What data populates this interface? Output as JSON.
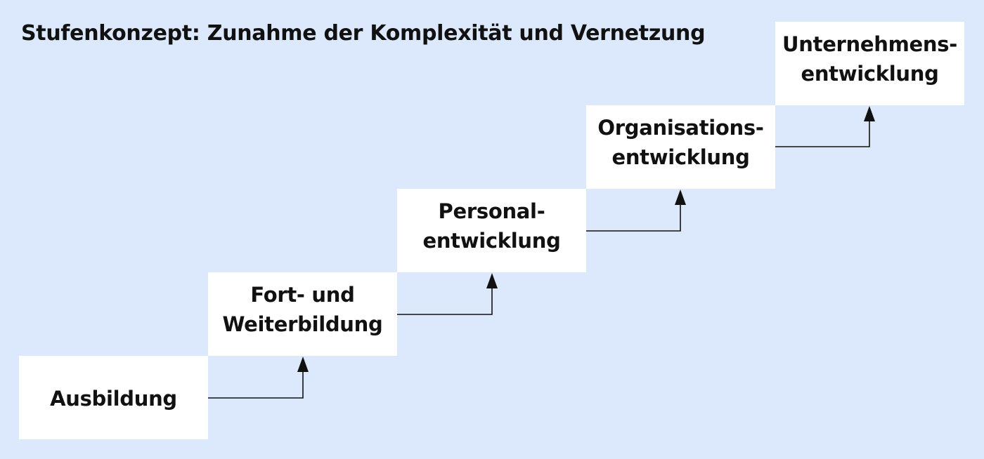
{
  "title": "Stufenkonzept: Zunahme der Komplexität und Vernetzung",
  "steps": [
    {
      "lines": [
        "Ausbildung"
      ]
    },
    {
      "lines": [
        "Fort- und",
        "Weiterbildung"
      ]
    },
    {
      "lines": [
        "Personal-",
        "entwicklung"
      ]
    },
    {
      "lines": [
        "Organisations-",
        "entwicklung"
      ]
    },
    {
      "lines": [
        "Unternehmens-",
        "entwicklung"
      ]
    }
  ],
  "colors": {
    "background": "#dce9fc",
    "box": "#ffffff",
    "text": "#111111",
    "connector": "#111111"
  }
}
